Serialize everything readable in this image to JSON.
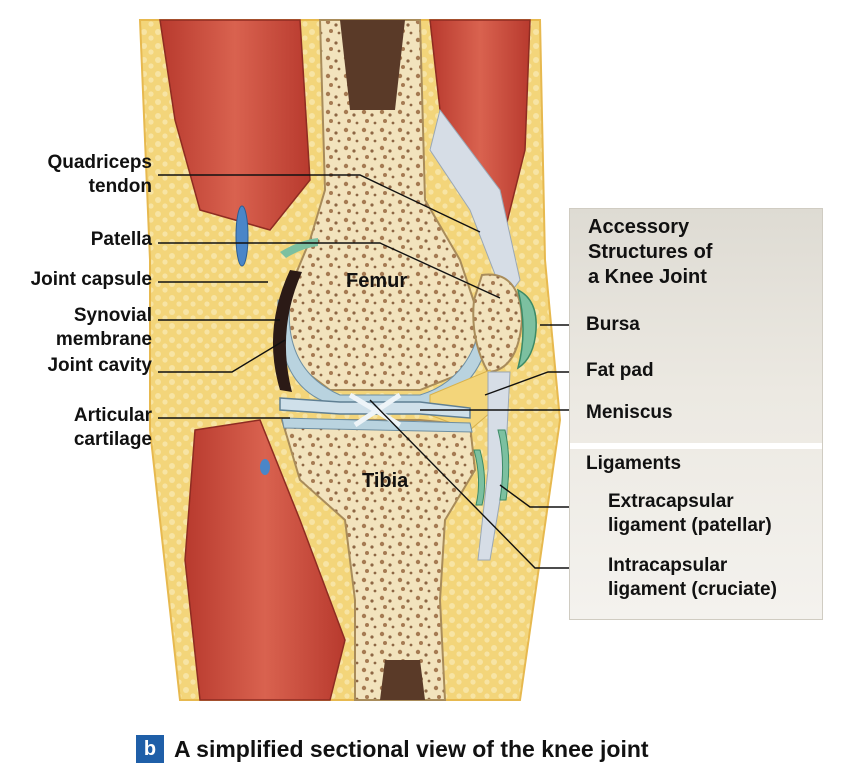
{
  "labels_left": {
    "quadriceps_tendon": "Quadriceps\ntendon",
    "patella": "Patella",
    "joint_capsule": "Joint capsule",
    "synovial_membrane": "Synovial\nmembrane",
    "joint_cavity": "Joint cavity",
    "articular_cartilage": "Articular\ncartilage"
  },
  "bones": {
    "femur": "Femur",
    "tibia": "Tibia"
  },
  "panel": {
    "title": "Accessory\nStructures of\na Knee Joint",
    "bursa": "Bursa",
    "fat_pad": "Fat pad",
    "meniscus": "Meniscus",
    "ligaments": "Ligaments",
    "extracapsular": "Extracapsular\nligament (patellar)",
    "intracapsular": "Intracapsular\nligament (cruciate)"
  },
  "caption": {
    "letter": "b",
    "text": "A simplified sectional view of the knee joint"
  },
  "colors": {
    "muscle": "#c8483a",
    "fat": "#f1cf6a",
    "bone": "#f3e7c4",
    "marrow": "#5a3a28",
    "cartilage": "#b9d3df",
    "cavity": "#2b1a16",
    "bursa": "#7cc0a0",
    "panel": "#e9e6df",
    "caption_badge": "#1f5fa8"
  }
}
